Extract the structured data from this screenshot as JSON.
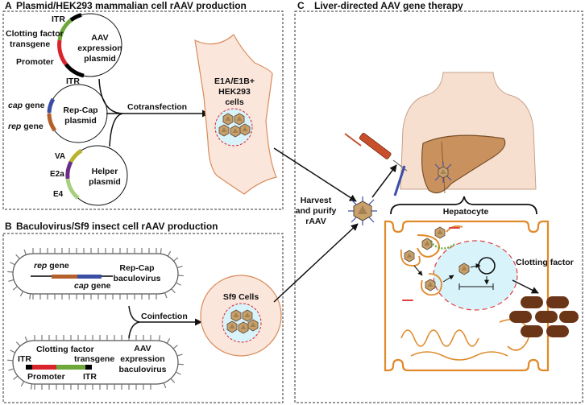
{
  "colors": {
    "dashed_border": "#333333",
    "cell_fill": "#fbe6dc",
    "cell_stroke": "#d98b5a",
    "capsid": "#c8a06a",
    "liver": "#c9915d",
    "skin": "#f6dfcf",
    "hepatocyte_stroke": "#e08a2a",
    "nucleus_fill": "#d9f3fb",
    "clotting_factor": "#6b3518",
    "itr": "#000000",
    "promoter": "#d9232d",
    "transgene": "#6fa83a",
    "cap": "#3a4fa3",
    "rep": "#b3602a",
    "va": "#b9b32e",
    "e2a": "#6a2e8a",
    "e4": "#a7d07e",
    "syringe": "#c84f2c",
    "vector_blue": "#3b4fa8"
  },
  "panel_a": {
    "letter": "A",
    "title": "Plasmid/HEK293 mammalian cell rAAV production",
    "aav_plasmid": {
      "name_line1": "AAV",
      "name_line2": "expression",
      "name_line3": "plasmid",
      "itr_top": "ITR",
      "itr_bottom": "ITR",
      "transgene_line1": "Clotting factor",
      "transgene_line2": "transgene",
      "promoter": "Promoter"
    },
    "repcap_plasmid": {
      "name_line1": "Rep-Cap",
      "name_line2": "plasmid",
      "cap_italic": "cap",
      "cap_rest": " gene",
      "rep_italic": "rep",
      "rep_rest": " gene"
    },
    "helper_plasmid": {
      "name_line1": "Helper",
      "name_line2": "plasmid",
      "va": "VA",
      "e2a": "E2a",
      "e4": "E4"
    },
    "method": "Cotransfection",
    "cell_line1": "E1A/E1B+",
    "cell_line2": "HEK293",
    "cell_line3": "cells"
  },
  "panel_b": {
    "letter": "B",
    "title": "Baculovirus/Sf9 insect cell rAAV production",
    "repcap_baculo": {
      "name_line1": "Rep-Cap",
      "name_line2": "baculovirus",
      "rep_italic": "rep",
      "rep_rest": " gene",
      "cap_italic": "cap",
      "cap_rest": " gene"
    },
    "aav_baculo": {
      "name_line1": "AAV",
      "name_line2": "expression",
      "name_line3": "baculovirus",
      "transgene_line1": "Clotting factor",
      "transgene_line2": "transgene",
      "itr_left": "ITR",
      "itr_right": "ITR",
      "promoter": "Promoter"
    },
    "method": "Coinfection",
    "cell_label": "Sf9 Cells"
  },
  "panel_c": {
    "letter": "C",
    "title": "Liver-directed AAV gene therapy",
    "harvest_line1": "Harvest",
    "harvest_line2": "and purify",
    "harvest_line3": "rAAV",
    "hepatocyte": "Hepatocyte",
    "clotting_factor": "Clotting factor"
  }
}
